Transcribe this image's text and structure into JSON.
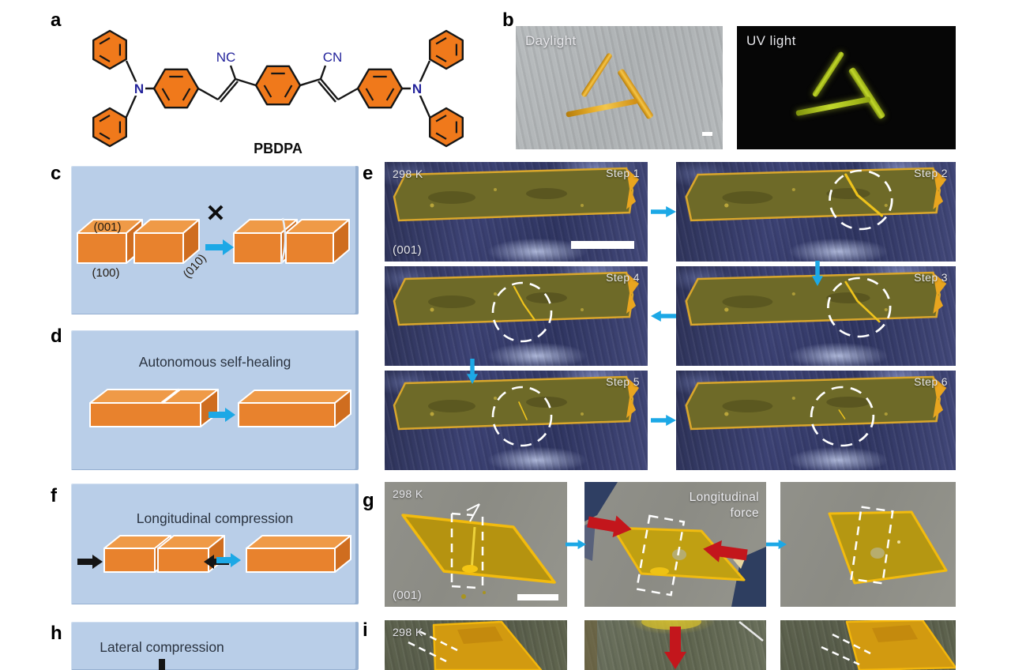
{
  "colors": {
    "panel_blue": "#b9cee8",
    "block_orange": "#e8822d",
    "ring_orange": "#f0791b",
    "arrow_cyan": "#1ca8e6",
    "arrow_red": "#c3161c",
    "atom_blue": "#23239b",
    "crystal_yellow": "#c9a714",
    "micro_navy": "#343a63"
  },
  "panel_a": {
    "label": "a",
    "molecule_name": "PBDPA",
    "nc_left": "NC",
    "cn_right": "CN",
    "n_left": "N",
    "n_right": "N"
  },
  "panel_b": {
    "label": "b",
    "daylight_caption": "Daylight",
    "uv_caption": "UV light"
  },
  "panel_c": {
    "label": "c",
    "face_top": "(001)",
    "face_front": "(100)",
    "face_cleavage": "(010)",
    "forbidden_mark": "✕"
  },
  "panel_d": {
    "label": "d",
    "title": "Autonomous self-healing"
  },
  "panel_e": {
    "label": "e",
    "temperature": "298 K",
    "face": "(001)",
    "steps": [
      "Step 1",
      "Step 2",
      "Step 3",
      "Step 4",
      "Step 5",
      "Step 6"
    ]
  },
  "panel_f": {
    "label": "f",
    "title": "Longitudinal compression"
  },
  "panel_g": {
    "label": "g",
    "temperature": "298 K",
    "face": "(001)",
    "force_line1": "Longitudinal",
    "force_line2": "force"
  },
  "panel_h": {
    "label": "h",
    "title": "Lateral compression"
  },
  "panel_i": {
    "label": "i",
    "temperature": "298 K"
  }
}
